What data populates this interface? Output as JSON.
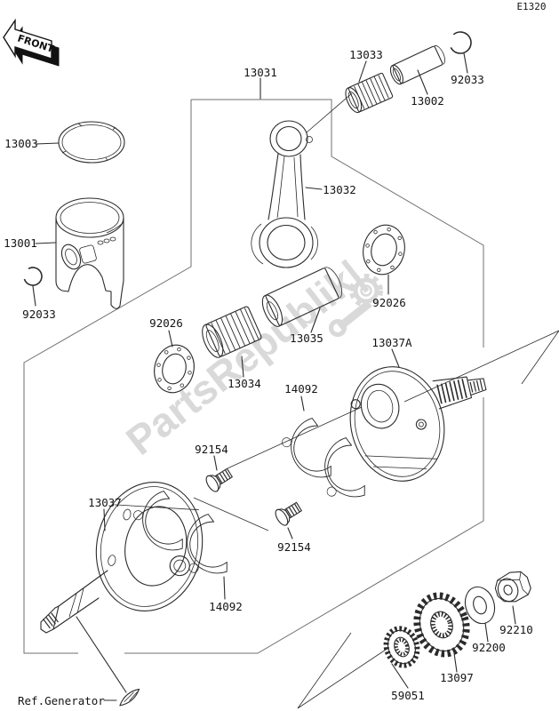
{
  "diagram": {
    "code": "E1320",
    "front_label": "FRONT",
    "ref_label": "Ref.Generator",
    "watermark_text": "PartsRepublik|",
    "background_color": "#ffffff",
    "line_color": "#2b2b2b",
    "watermark_color": "#d9d9d9"
  },
  "parts": [
    {
      "num": "13031"
    },
    {
      "num": "13033"
    },
    {
      "num": "13002"
    },
    {
      "num": "92033"
    },
    {
      "num": "13003"
    },
    {
      "num": "13001"
    },
    {
      "num": "92033"
    },
    {
      "num": "13032"
    },
    {
      "num": "92026"
    },
    {
      "num": "13035"
    },
    {
      "num": "13034"
    },
    {
      "num": "92026"
    },
    {
      "num": "13037A"
    },
    {
      "num": "14092"
    },
    {
      "num": "92154"
    },
    {
      "num": "13037"
    },
    {
      "num": "92154"
    },
    {
      "num": "14092"
    },
    {
      "num": "92210"
    },
    {
      "num": "92200"
    },
    {
      "num": "13097"
    },
    {
      "num": "59051"
    }
  ]
}
